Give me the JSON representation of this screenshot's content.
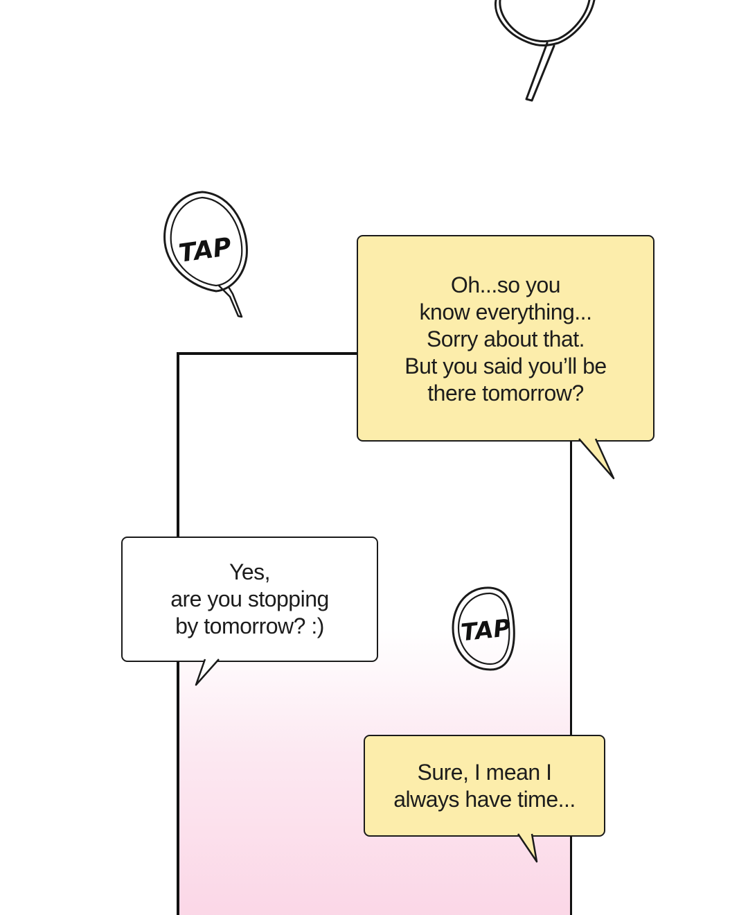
{
  "sound_effects": {
    "tap_top": "TAP",
    "tap_middle": "TAP"
  },
  "dialogue": {
    "bubble_1": "Oh...so you\nknow everything...\nSorry about that.\nBut you said you’ll be\nthere tomorrow?",
    "bubble_2": "Yes,\nare you stopping\nby tomorrow? :)",
    "bubble_3": "Sure, I mean I\nalways have time..."
  },
  "colors": {
    "yellow_bubble": "#fcedab",
    "white_bubble": "#ffffff",
    "panel_gradient_pink": "#fbd6e6",
    "outline": "#1a1a1a"
  }
}
